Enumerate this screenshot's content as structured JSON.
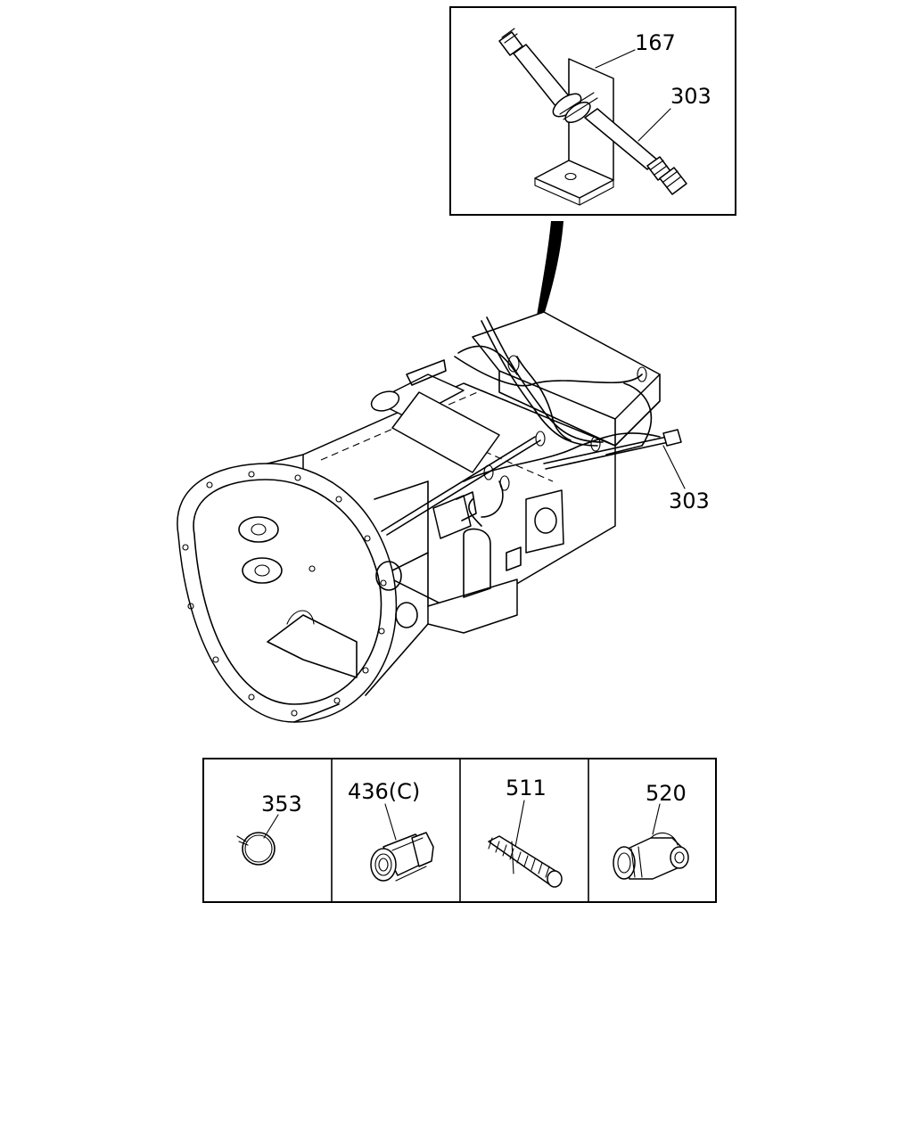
{
  "inset_detail": {
    "callouts": [
      {
        "id": "167",
        "label": "167"
      },
      {
        "id": "303",
        "label": "303"
      }
    ]
  },
  "main_view": {
    "callouts": [
      {
        "id": "303",
        "label": "303"
      }
    ]
  },
  "parts_strip": {
    "cells": [
      {
        "label": "353",
        "icon": "hose-clamp-icon"
      },
      {
        "label": "436(C)",
        "icon": "union-fitting-icon"
      },
      {
        "label": "511",
        "icon": "threaded-hose-icon"
      },
      {
        "label": "520",
        "icon": "elbow-fitting-icon"
      }
    ]
  }
}
